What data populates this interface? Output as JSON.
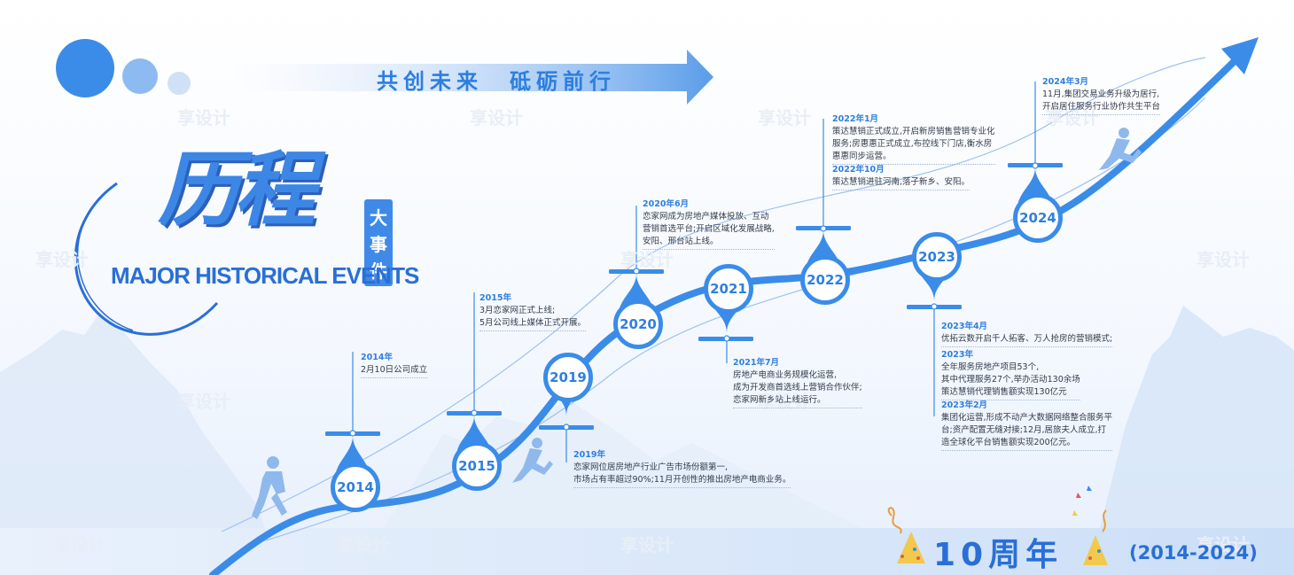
{
  "slogan": "共创未来　砥砺前行",
  "title_calligraphy": "历程",
  "title_badge_chars": [
    "大",
    "事",
    "件"
  ],
  "title_en": "MAJOR HISTORICAL EVENTS",
  "years": [
    "2014",
    "2015",
    "2019",
    "2020",
    "2021",
    "2022",
    "2023",
    "2024"
  ],
  "events": {
    "e2014": {
      "date": "2014年",
      "text": [
        "2月10日公司成立"
      ]
    },
    "e2015": {
      "date": "2015年",
      "text": [
        "3月恋家网正式上线;",
        "5月公司线上媒体正式开展。"
      ]
    },
    "e2019": {
      "date": "2019年",
      "text": [
        "恋家网位居房地产行业广告市场份额第一,",
        "市场占有率超过90%;11月开创性的推出房地产电商业务。"
      ]
    },
    "e2020": {
      "date": "2020年6月",
      "text": [
        "恋家网成为房地产媒体投放、互动",
        "营销首选平台;开启区域化发展战略,",
        "安阳、邢台站上线。"
      ]
    },
    "e2021": {
      "date": "2021年7月",
      "text": [
        "房地产电商业务规模化运营,",
        "成为开发商首选线上营销合作伙伴;",
        "恋家网新乡站上线运行。"
      ]
    },
    "e2022a": {
      "date": "2022年1月",
      "text": [
        "策达慧销正式成立,开启新房销售营销专业化",
        "服务;房惠惠正式成立,布控线下门店,衡水房",
        "惠惠同步运营。"
      ]
    },
    "e2022b": {
      "date": "2022年10月",
      "text": [
        "策达慧销进驻河南,落子新乡、安阳。"
      ]
    },
    "e2023a": {
      "date": "2023年4月",
      "text": [
        "优拓云数开启千人拓客、万人抢房的营销模式;"
      ]
    },
    "e2023b": {
      "date": "2023年",
      "text": [
        "全年服务房地产项目53个,",
        "其中代理服务27个,举办活动130余场",
        "策达慧销代理销售额实现130亿元"
      ]
    },
    "e2023c": {
      "date": "2023年2月",
      "text": [
        "集团化运营,形成不动产大数据网络整合服务平",
        "台;资产配置无缝对接;12月,居旅夫人成立,打",
        "造全球化平台销售额实现200亿元。"
      ]
    },
    "e2024": {
      "date": "2024年3月",
      "text": [
        "11月,集团交易业务升级为居行,",
        "开启居住服务行业协作共生平台"
      ]
    }
  },
  "anniversary": "10周年",
  "anniversary_range": "(2014-2024)",
  "watermark": "享设计",
  "colors": {
    "primary": "#3a8ce8",
    "dark_blue": "#2a6fd6",
    "light_blue": "#cfe0f7",
    "text": "#333c4c"
  }
}
